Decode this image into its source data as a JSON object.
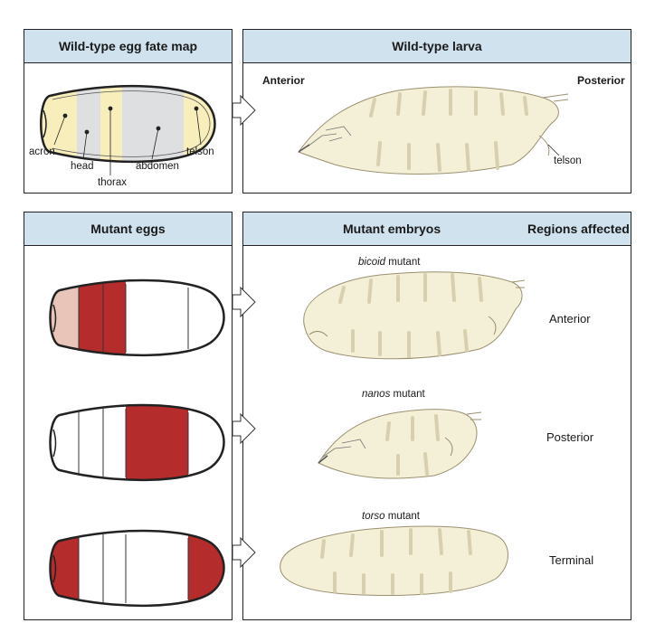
{
  "panels": {
    "fate_map": {
      "title": "Wild-type egg fate map",
      "labels": {
        "acron": "acron",
        "head": "head",
        "thorax": "thorax",
        "abdomen": "abdomen",
        "telson": "telson"
      }
    },
    "larva": {
      "title": "Wild-type larva",
      "anterior": "Anterior",
      "posterior": "Posterior",
      "telson": "telson"
    },
    "mutant_eggs": {
      "title": "Mutant eggs"
    },
    "mutant_embryos": {
      "title": "Mutant embryos",
      "regions_title": "Regions affected",
      "rows": [
        {
          "gene": "bicoid",
          "suffix": " mutant",
          "region": "Anterior"
        },
        {
          "gene": "nanos",
          "suffix": " mutant",
          "region": "Posterior"
        },
        {
          "gene": "torso",
          "suffix": " mutant",
          "region": "Terminal"
        }
      ]
    }
  },
  "colors": {
    "header_bg": "#cfe2ee",
    "affected_red": "#b52c2c",
    "acron_pink": "#e8c5b8",
    "fate_yellow": "#f7eebc",
    "fate_gray": "#dedfe1",
    "larva_fill": "#f4efd7"
  }
}
